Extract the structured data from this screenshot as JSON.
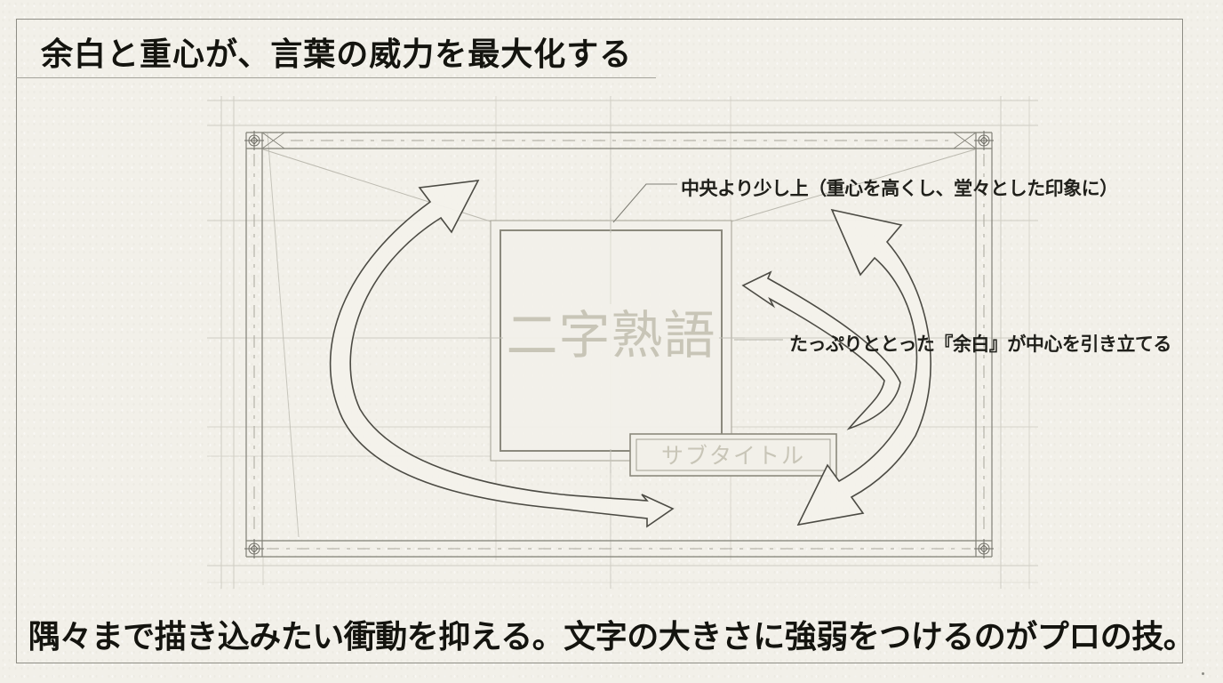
{
  "slide": {
    "title": "余白と重心が、言葉の威力を最大化する",
    "footer": "隅々まで描き込みたい衝動を抑える。文字の大きさに強弱をつけるのがプロの技。"
  },
  "diagram": {
    "main_placeholder": "二字熟語",
    "subtitle_placeholder": "サブタイトル",
    "annotation_center": "中央より少し上（重心を高くし、堂々とした印象に）",
    "annotation_margin": "たっぷりととった『余白』が中心を引き立てる"
  },
  "colors": {
    "paper": "#f2f0e9",
    "ink": "#14140f",
    "ghost_text": "#c8c5b7",
    "frame": "#807f76",
    "grid": "#cfcdc3",
    "arrow_outline": "#4c4b44",
    "slide_border": "#8e8d85"
  }
}
